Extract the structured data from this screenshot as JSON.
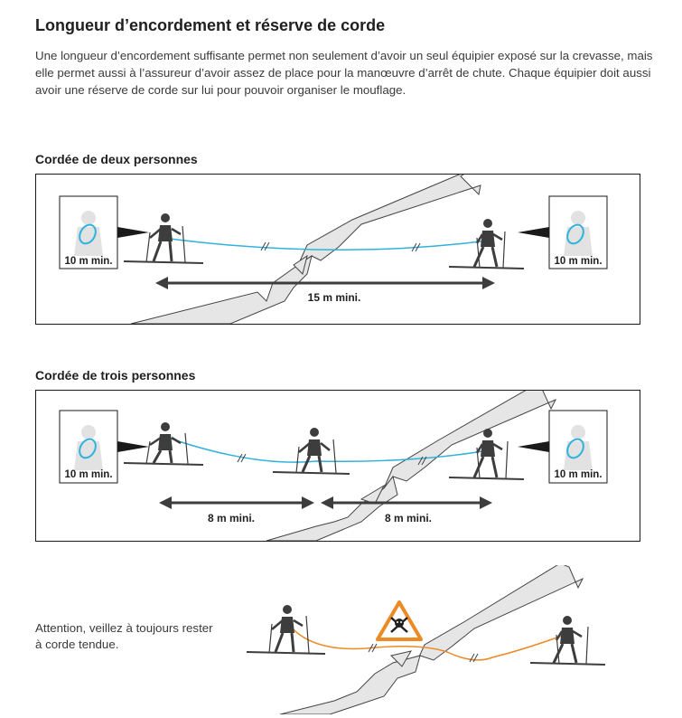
{
  "title": "Longueur d’encordement et réserve de corde",
  "intro": "Une longueur d’encordement suffisante permet non seulement d’avoir un seul équipier exposé sur la crevasse, mais elle permet aussi à l’assureur d’avoir assez de place pour la manœuvre d’arrêt de chute. Chaque équipier doit aussi avoir une réserve de corde sur lui pour pouvoir organiser le mouflage.",
  "two_person": {
    "title": "Cordée de deux personnes",
    "reserve_left": "10 m min.",
    "reserve_right": "10 m min.",
    "distance": "15 m mini."
  },
  "three_person": {
    "title": "Cordée de trois personnes",
    "reserve_left": "10 m min.",
    "reserve_right": "10 m min.",
    "distance_1": "8 m mini.",
    "distance_2": "8 m mini."
  },
  "warning": {
    "text": "Attention, veillez à toujours rester à corde tendue.",
    "icon": "skull-crossbones-warning-icon"
  },
  "colors": {
    "rope_ok": "#2fb2dd",
    "rope_warning": "#ec8a24",
    "figure": "#3d3d3d",
    "crevasse": "#e6e6e6"
  }
}
